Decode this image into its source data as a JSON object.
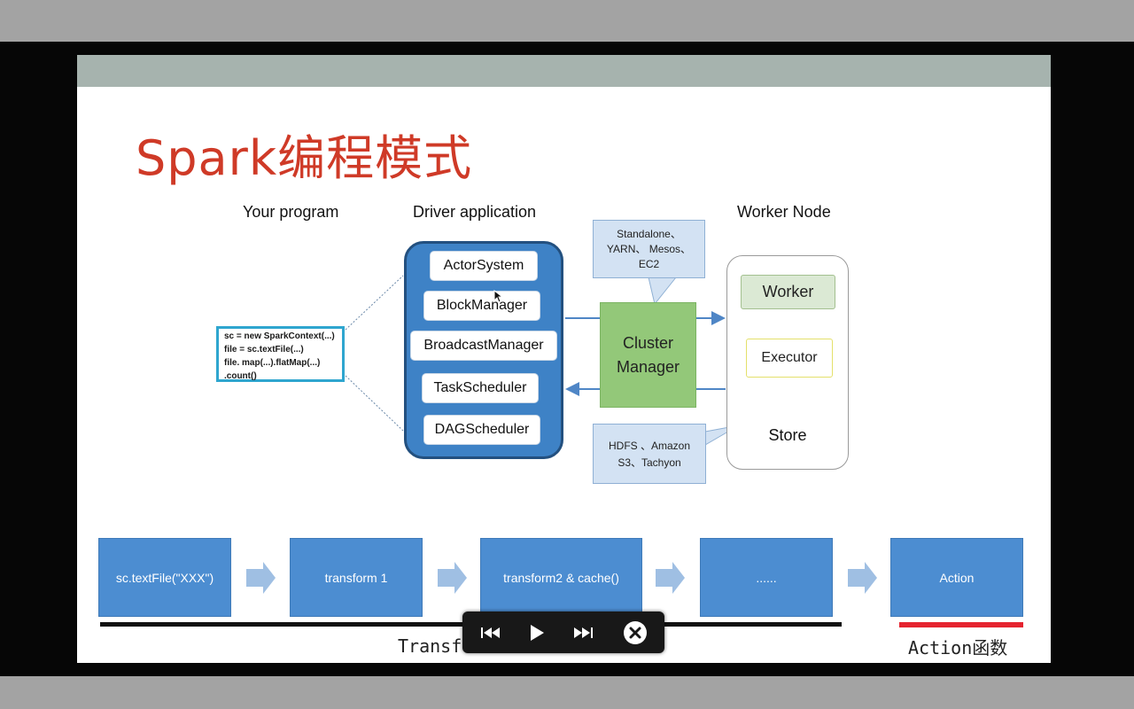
{
  "slide": {
    "title": "Spark编程模式",
    "headings": {
      "program": "Your program",
      "driver": "Driver application",
      "worker": "Worker Node"
    },
    "code_lines": [
      "sc = new SparkContext(...)",
      "file = sc.textFile(...)",
      "file. map(...).flatMap(...)",
      ".count()"
    ],
    "driver_modules": [
      "ActorSystem",
      "BlockManager",
      "BroadcastManager",
      "TaskScheduler",
      "DAGScheduler"
    ],
    "cluster_manager": [
      "Cluster",
      "Manager"
    ],
    "callout_top": [
      "Standalone、",
      "YARN、 Mesos、",
      "EC2"
    ],
    "callout_bottom": [
      "HDFS 、Amazon",
      "S3、Tachyon"
    ],
    "worker": {
      "worker_label": "Worker",
      "executor_label": "Executor",
      "store_label": "Store"
    },
    "flow_steps": [
      "sc.textFile(\"XXX\")",
      "transform 1",
      "transform2  & cache()",
      "......",
      "Action"
    ],
    "captions": {
      "transform": "Transf",
      "action": "Action函数"
    }
  },
  "colors": {
    "title": "#cf3a27",
    "driver_fill": "#3e82c6",
    "cluster_fill": "#93c879",
    "flow_fill": "#4c8dd1",
    "action_underline": "#e5232f"
  },
  "player": {
    "controls": [
      "skip-back-icon",
      "play-icon",
      "skip-forward-icon",
      "close-icon"
    ]
  }
}
